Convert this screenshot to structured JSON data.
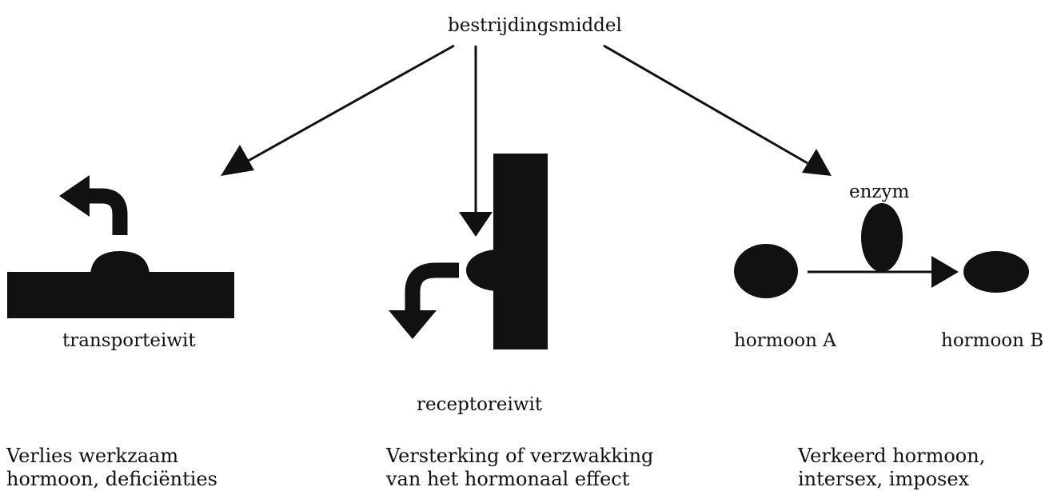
{
  "source_label": "bestrijdingsmiddel",
  "panels": {
    "transport": {
      "label": "transporteiwit",
      "caption": [
        "Verlies werkzaam",
        "hormoon, deficiënties"
      ]
    },
    "receptor": {
      "label": "receptoreiwit",
      "caption": [
        "Versterking of verzwakking",
        "van het hormonaal effect"
      ]
    },
    "enzyme": {
      "enzyme_label": "enzym",
      "hormone_a_label": "hormoon A",
      "hormone_b_label": "hormoon B",
      "caption": [
        "Verkeerd hormoon,",
        "intersex, imposex"
      ]
    }
  },
  "colors": {
    "ink": "#111111",
    "background": "#ffffff"
  }
}
